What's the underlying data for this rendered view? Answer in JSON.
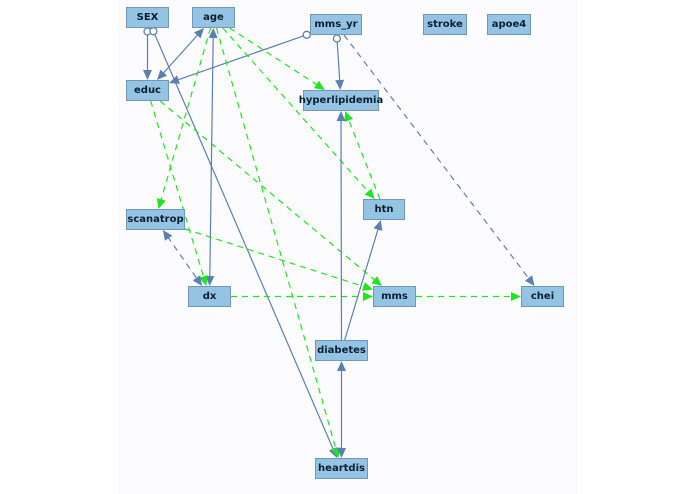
{
  "graph": {
    "colors": {
      "node_fill": "#94c3e3",
      "node_border": "#6f97b8",
      "directed_edge": "#5b7fb0",
      "dashed_edge": "#5b7fb0",
      "green_edge": "#1fe51f"
    },
    "nodes": [
      {
        "id": "SEX",
        "label": "SEX"
      },
      {
        "id": "age",
        "label": "age"
      },
      {
        "id": "mms_yr",
        "label": "mms_yr"
      },
      {
        "id": "stroke",
        "label": "stroke"
      },
      {
        "id": "apoe4",
        "label": "apoe4"
      },
      {
        "id": "educ",
        "label": "educ"
      },
      {
        "id": "hyperlipidemia",
        "label": "hyperlipidemia"
      },
      {
        "id": "htn",
        "label": "htn"
      },
      {
        "id": "scanatrop",
        "label": "scanatrop"
      },
      {
        "id": "dx",
        "label": "dx"
      },
      {
        "id": "mms",
        "label": "mms"
      },
      {
        "id": "chei",
        "label": "chei"
      },
      {
        "id": "diabetes",
        "label": "diabetes"
      },
      {
        "id": "heartdis",
        "label": "heartdis"
      }
    ],
    "edges": [
      {
        "from": "SEX",
        "to": "educ",
        "style": "solid-blue",
        "tail": "circle",
        "head": "arrow"
      },
      {
        "from": "SEX",
        "to": "heartdis",
        "style": "solid-blue",
        "tail": "circle",
        "head": "arrow"
      },
      {
        "from": "age",
        "to": "educ",
        "style": "solid-blue",
        "tail": "arrow",
        "head": "arrow"
      },
      {
        "from": "age",
        "to": "dx",
        "style": "solid-blue",
        "tail": "arrow",
        "head": "arrow"
      },
      {
        "from": "mms_yr",
        "to": "educ",
        "style": "solid-blue",
        "tail": "circle",
        "head": "arrow"
      },
      {
        "from": "mms_yr",
        "to": "hyperlipidemia",
        "style": "solid-blue",
        "tail": "circle",
        "head": "arrow"
      },
      {
        "from": "mms_yr",
        "to": "chei",
        "style": "dashed-blue",
        "tail": "none",
        "head": "arrow"
      },
      {
        "from": "age",
        "to": "hyperlipidemia",
        "style": "dashed-green",
        "tail": "none",
        "head": "arrow"
      },
      {
        "from": "age",
        "to": "htn",
        "style": "dashed-green",
        "tail": "none",
        "head": "arrow"
      },
      {
        "from": "age",
        "to": "scanatrop",
        "style": "dashed-green",
        "tail": "none",
        "head": "arrow"
      },
      {
        "from": "age",
        "to": "heartdis",
        "style": "dashed-green",
        "tail": "none",
        "head": "arrow"
      },
      {
        "from": "educ",
        "to": "dx",
        "style": "dashed-green",
        "tail": "none",
        "head": "arrow"
      },
      {
        "from": "educ",
        "to": "mms",
        "style": "dashed-green",
        "tail": "none",
        "head": "arrow"
      },
      {
        "from": "scanatrop",
        "to": "dx",
        "style": "dashed-blue",
        "tail": "arrow",
        "head": "arrow"
      },
      {
        "from": "scanatrop",
        "to": "mms",
        "style": "dashed-green",
        "tail": "none",
        "head": "arrow"
      },
      {
        "from": "dx",
        "to": "mms",
        "style": "dashed-green",
        "tail": "none",
        "head": "arrow"
      },
      {
        "from": "mms",
        "to": "chei",
        "style": "dashed-green",
        "tail": "none",
        "head": "arrow"
      },
      {
        "from": "htn",
        "to": "hyperlipidemia",
        "style": "dashed-green",
        "tail": "none",
        "head": "arrow"
      },
      {
        "from": "diabetes",
        "to": "hyperlipidemia",
        "style": "solid-blue",
        "tail": "none",
        "head": "arrow"
      },
      {
        "from": "diabetes",
        "to": "htn",
        "style": "solid-blue",
        "tail": "none",
        "head": "arrow"
      },
      {
        "from": "diabetes",
        "to": "heartdis",
        "style": "solid-blue",
        "tail": "arrow",
        "head": "arrow"
      }
    ]
  }
}
